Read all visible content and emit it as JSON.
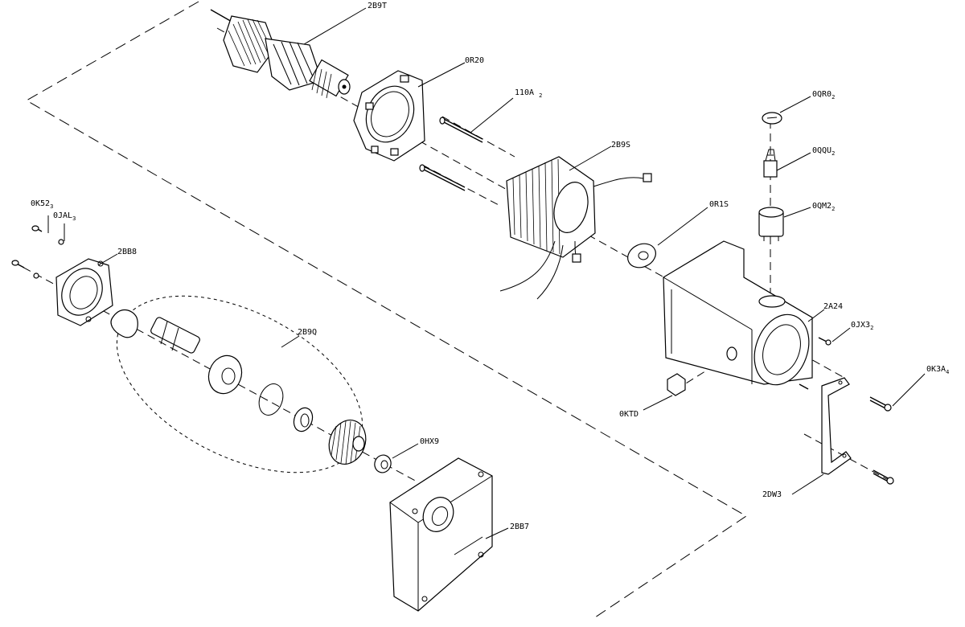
{
  "diagram": {
    "type": "exploded-parts-view",
    "callouts": [
      {
        "id": "2b9t",
        "main": "2B9T",
        "sub": ""
      },
      {
        "id": "0r20",
        "main": "0R20",
        "sub": ""
      },
      {
        "id": "110a",
        "main": "110A ",
        "sub": "2"
      },
      {
        "id": "2b9s",
        "main": "2B9S",
        "sub": ""
      },
      {
        "id": "0qr0",
        "main": "0QR0",
        "sub": "2"
      },
      {
        "id": "0qqu",
        "main": "0QQU",
        "sub": "2"
      },
      {
        "id": "0qm2",
        "main": "0QM2",
        "sub": "2"
      },
      {
        "id": "0r1s",
        "main": "0R1S",
        "sub": ""
      },
      {
        "id": "0k52",
        "main": "0K52",
        "sub": "3"
      },
      {
        "id": "0jal",
        "main": "0JAL",
        "sub": "3"
      },
      {
        "id": "2bb8",
        "main": "2BB8",
        "sub": ""
      },
      {
        "id": "2b9q",
        "main": "2B9Q",
        "sub": ""
      },
      {
        "id": "2a24",
        "main": "2A24",
        "sub": ""
      },
      {
        "id": "0jx3",
        "main": "0JX3",
        "sub": "2"
      },
      {
        "id": "0k3a",
        "main": "0K3A",
        "sub": "4"
      },
      {
        "id": "0ktd",
        "main": "0KTD",
        "sub": ""
      },
      {
        "id": "0hx9",
        "main": "0HX9",
        "sub": ""
      },
      {
        "id": "2bb7",
        "main": "2BB7",
        "sub": ""
      },
      {
        "id": "2dw3",
        "main": "2DW3",
        "sub": ""
      }
    ]
  }
}
